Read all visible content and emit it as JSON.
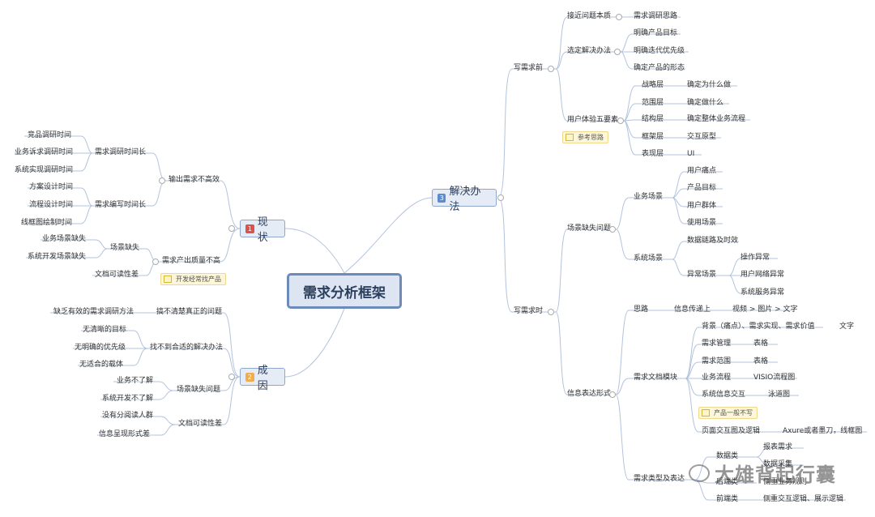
{
  "central": "需求分析框架",
  "branches": {
    "status": {
      "num": "1",
      "label": "现状"
    },
    "cause": {
      "num": "2",
      "label": "成因"
    },
    "solution": {
      "num": "3",
      "label": "解决办法"
    }
  },
  "left_nodes": {
    "output": "输出需求不高效",
    "research_time": "需求调研时间长",
    "compete": "竞品调研时间",
    "business_req": "业务诉求调研时间",
    "system_impl": "系统实现调研时间",
    "write_time": "需求编写时间长",
    "plan_design": "方案设计时间",
    "flow_design": "流程设计时间",
    "wireframe": "线框图绘制时间",
    "quality": "需求产出质量不高",
    "scene_missing": "场景缺失",
    "biz_scene_missing": "业务场景缺失",
    "sys_scene_missing": "系统开发场景缺失",
    "doc_readability": "文档可读性差",
    "quality_tag": "开发经常找产品",
    "no_real_problem": "搞不清楚真正的问题",
    "no_method": "缺乏有效的需求调研方法",
    "no_solution": "找不到合适的解决办法",
    "no_goal": "无清晰的目标",
    "no_priority": "无明确的优先级",
    "no_carrier": "无适合的载体",
    "scene_problem": "场景缺失问题",
    "biz_unknown": "业务不了解",
    "sys_unknown": "系统开发不了解",
    "doc_readability2": "文档可读性差",
    "no_reader_layers": "没有分阅读人群",
    "info_poor": "信息呈现形式差"
  },
  "right_nodes": {
    "before": "写需求前",
    "close_essence": "接近问题本质",
    "research_idea": "需求调研思路",
    "choose_method": "选定解决办法",
    "clear_goal": "明确产品目标",
    "clear_priority": "明确迭代优先级",
    "confirm_form": "确定产品的形态",
    "ux5": "用户体验五要素",
    "ref_tag": "参考思路",
    "strategy": "战略层",
    "why": "确定为什么做",
    "scope": "范围层",
    "what": "确定做什么",
    "structure": "结构层",
    "flow": "确定整体业务流程",
    "frame": "框架层",
    "interaction": "交互原型",
    "surface": "表现层",
    "ui": "UI",
    "scene_problem": "场景缺失问题",
    "biz_scene": "业务场景",
    "pain": "用户痛点",
    "product_goal": "产品目标",
    "user_group": "用户群体",
    "use_scene": "使用场景",
    "sys_scene": "系统场景",
    "data_link": "数据链路及时效",
    "abnormal": "异常场景",
    "op_error": "操作异常",
    "net_error": "用户网络异常",
    "sys_error": "系统服务异常",
    "when": "写需求时",
    "idea": "思路",
    "info_top": "信息传递上",
    "video_img": "视频 > 图片 > 文字",
    "info_form": "信息表达形式",
    "doc_module": "需求文档模块",
    "background": "背景（痛点）、需求实现、需求价值",
    "text": "文字",
    "req_manage": "需求管理",
    "table1": "表格",
    "req_scope": "需求范围",
    "table2": "表格",
    "biz_flow": "业务流程",
    "visio": "VISIO流程图",
    "sys_info": "系统信息交互",
    "swimlane": "泳道图",
    "product_tag": "产品一般不写",
    "page_logic": "页面交互图及逻辑",
    "axure": "Axure或者墨刀，线框图",
    "req_type": "需求类型及表达",
    "data_type": "数据类",
    "report_req": "报表需求",
    "data_collect": "数据采集",
    "backend_type": "后端类",
    "backend_sub": "侧重业务规则",
    "frontend_type": "前端类",
    "frontend_sub": "侧重交互逻辑、展示逻辑"
  },
  "watermark": "大雄背起行囊",
  "colors": {
    "line": "#b3c3dd",
    "main_border": "#8ea7cc",
    "main_fill": "#e6ecf6",
    "tag_fill": "#fdf6d8"
  }
}
